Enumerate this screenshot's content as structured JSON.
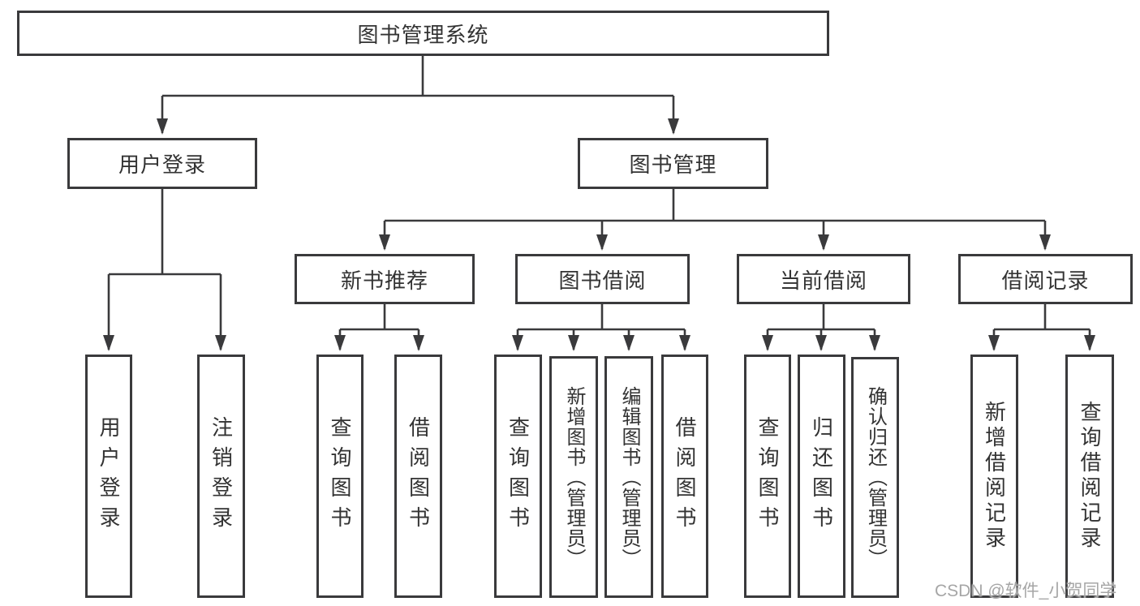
{
  "tree": {
    "root": {
      "label": "图书管理系统"
    },
    "user_login": {
      "label": "用户登录",
      "children": [
        {
          "label": "用户登录"
        },
        {
          "label": "注销登录"
        }
      ]
    },
    "book_mgmt": {
      "label": "图书管理",
      "modules": [
        {
          "label": "新书推荐",
          "children": [
            {
              "label": "查询图书"
            },
            {
              "label": "借阅图书"
            }
          ]
        },
        {
          "label": "图书借阅",
          "children": [
            {
              "label": "查询图书"
            },
            {
              "label": "新增图书（管理员）"
            },
            {
              "label": "编辑图书（管理员）"
            },
            {
              "label": "借阅图书"
            }
          ]
        },
        {
          "label": "当前借阅",
          "children": [
            {
              "label": "查询图书"
            },
            {
              "label": "归还图书"
            },
            {
              "label": "确认归还（管理员）"
            }
          ]
        },
        {
          "label": "借阅记录",
          "children": [
            {
              "label": "新增借阅记录"
            },
            {
              "label": "查询借阅记录"
            }
          ]
        }
      ]
    }
  },
  "watermark": {
    "text": "CSDN @软件_小贺同学"
  },
  "colors": {
    "line": "#3a3a3c",
    "text": "#333333",
    "watermark": "#a6a6a6",
    "background": "#ffffff"
  }
}
